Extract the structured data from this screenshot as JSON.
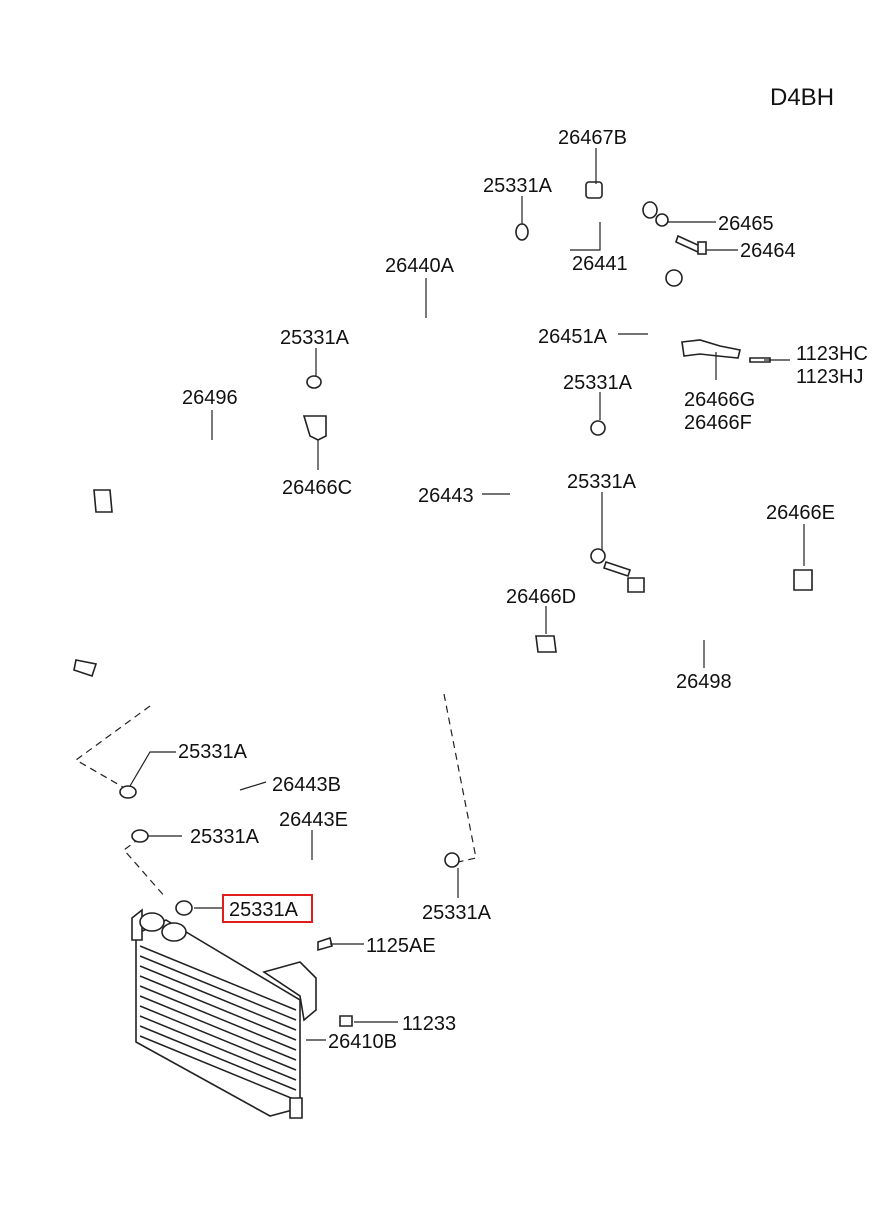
{
  "diagram": {
    "code": "D4BH",
    "highlight_color": "#e01e1e",
    "labels": {
      "p26467B": "26467B",
      "p25331A_top": "25331A",
      "p26465": "26465",
      "p26464": "26464",
      "p26441": "26441",
      "p26440A": "26440A",
      "p25331A_mid": "25331A",
      "p26496": "26496",
      "p26466C": "26466C",
      "p26451A": "26451A",
      "p1123HC": "1123HC",
      "p1123HJ": "1123HJ",
      "p25331A_r1": "25331A",
      "p26466G": "26466G",
      "p26466F": "26466F",
      "p26443": "26443",
      "p25331A_r2": "25331A",
      "p26466E": "26466E",
      "p26466D": "26466D",
      "p26498": "26498",
      "p25331A_l1": "25331A",
      "p26443B": "26443B",
      "p26443E": "26443E",
      "p25331A_l2": "25331A",
      "p25331A_sel": "25331A",
      "p25331A_r3": "25331A",
      "p1125AE": "1125AE",
      "p11233": "11233",
      "p26410B": "26410B"
    }
  }
}
